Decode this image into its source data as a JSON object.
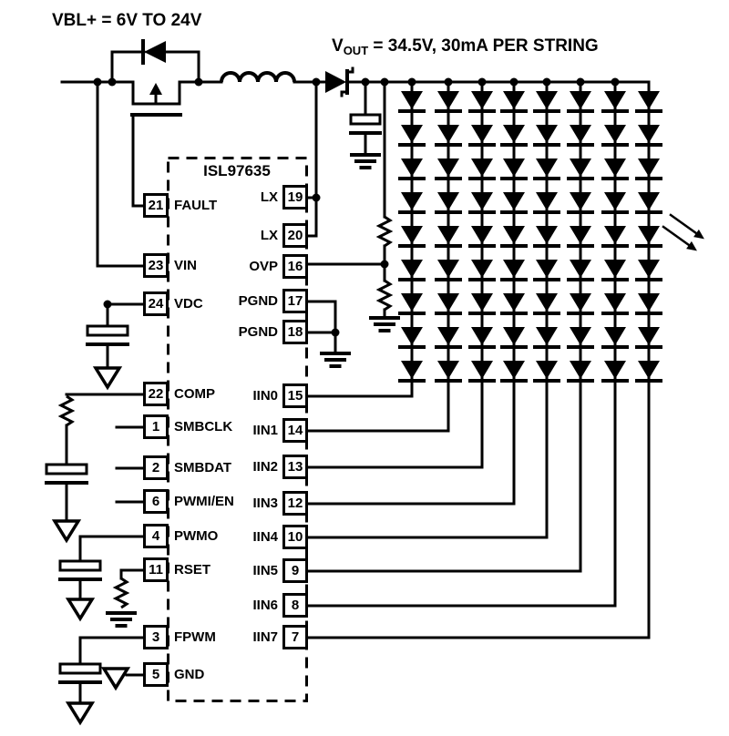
{
  "labels": {
    "input_voltage": "VBL+ = 6V TO 24V",
    "vout_prefix": "V",
    "vout_subscript": "OUT",
    "vout_suffix": " = 34.5V, 30mA PER STRING"
  },
  "ic": {
    "name": "ISL97635",
    "left_pins": [
      {
        "number": "21",
        "label": "FAULT"
      },
      {
        "number": "23",
        "label": "VIN"
      },
      {
        "number": "24",
        "label": "VDC"
      },
      {
        "number": "22",
        "label": "COMP"
      },
      {
        "number": "1",
        "label": "SMBCLK"
      },
      {
        "number": "2",
        "label": "SMBDAT"
      },
      {
        "number": "6",
        "label": "PWMI/EN"
      },
      {
        "number": "4",
        "label": "PWMO"
      },
      {
        "number": "11",
        "label": "RSET"
      },
      {
        "number": "3",
        "label": "FPWM"
      },
      {
        "number": "5",
        "label": "GND"
      }
    ],
    "right_pins": [
      {
        "number": "19",
        "label": "LX"
      },
      {
        "number": "20",
        "label": "LX"
      },
      {
        "number": "16",
        "label": "OVP"
      },
      {
        "number": "17",
        "label": "PGND"
      },
      {
        "number": "18",
        "label": "PGND"
      },
      {
        "number": "15",
        "label": "IIN0"
      },
      {
        "number": "14",
        "label": "IIN1"
      },
      {
        "number": "13",
        "label": "IIN2"
      },
      {
        "number": "12",
        "label": "IIN3"
      },
      {
        "number": "10",
        "label": "IIN4"
      },
      {
        "number": "9",
        "label": "IIN5"
      },
      {
        "number": "8",
        "label": "IIN6"
      },
      {
        "number": "7",
        "label": "IIN7"
      }
    ]
  },
  "led_array": {
    "strings": 8,
    "leds_per_string": 9
  },
  "colors": {
    "ink": "#000000",
    "background": "#ffffff"
  }
}
